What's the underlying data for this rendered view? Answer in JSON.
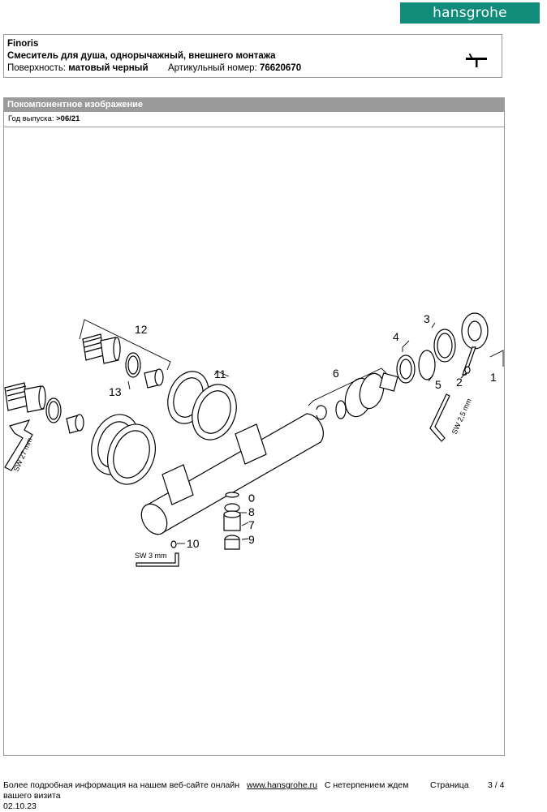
{
  "brand": {
    "logo_text": "hansgrohe"
  },
  "product": {
    "name": "Finoris",
    "description": "Смеситель для душа, однорычажный, внешнего монтажа",
    "surface_label": "Поверхность:",
    "surface_value": "матовый черный",
    "article_label": "Артикульный номер:",
    "article_value": "76620670"
  },
  "section": {
    "title": "Покомпонентное изображение",
    "year_label": "Год выпуска:",
    "year_value": ">06/21"
  },
  "diagram": {
    "callouts": [
      "1",
      "2",
      "3",
      "4",
      "5",
      "6",
      "7",
      "8",
      "9",
      "10",
      "11",
      "12",
      "13"
    ],
    "wrench_labels": [
      "SW 27 mm",
      "SW 2,5 mm",
      "SW 3 mm"
    ]
  },
  "footer": {
    "info_text": "Более подробная информация на нашем веб-сайте онлайн",
    "url": "www.hansgrohe.ru",
    "message_line1": "С нетерпением ждем",
    "message_line2": "вашего визита",
    "page_label": "Страница",
    "page_value": "3 / 4",
    "date": "02.10.23"
  }
}
